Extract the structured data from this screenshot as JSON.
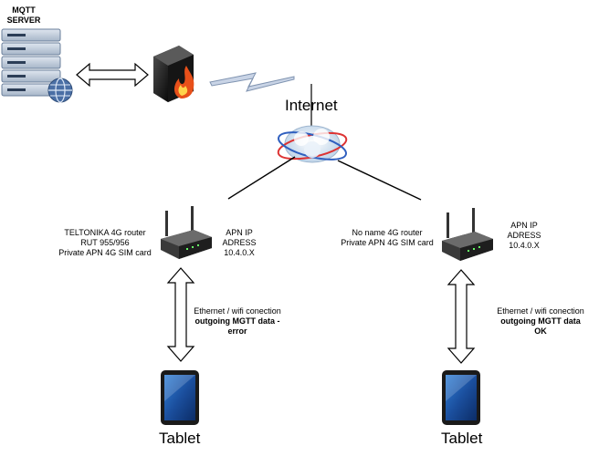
{
  "server": {
    "label": "MQTT\nSERVER",
    "label_lines": [
      "MQTT",
      "SERVER"
    ]
  },
  "internet": {
    "label": "Internet"
  },
  "router_left": {
    "lines": [
      "TELTONIKA 4G router",
      "RUT 955/956",
      "Private APN 4G SIM card"
    ],
    "apn": [
      "APN IP",
      "ADRESS",
      "10.4.0.X"
    ]
  },
  "router_right": {
    "lines": [
      "No name 4G router",
      "Private APN 4G SIM card"
    ],
    "apn": [
      "APN IP",
      "ADRESS",
      "10.4.0.X"
    ]
  },
  "link_left": {
    "line1": "Ethernet / wifi conection",
    "line2": "outgoing MGTT data -",
    "line3": "error"
  },
  "link_right": {
    "line1": "Ethernet / wifi conection",
    "line2": "outgoing MGTT data",
    "line3": "OK"
  },
  "tablet_left": {
    "label": "Tablet"
  },
  "tablet_right": {
    "label": "Tablet"
  },
  "colors": {
    "server": "#4a6fa5",
    "firewall": "#1a1a1a",
    "flame": "#e8501a",
    "cloud": "#cfe0f0",
    "lightning": "#7f93b0"
  }
}
